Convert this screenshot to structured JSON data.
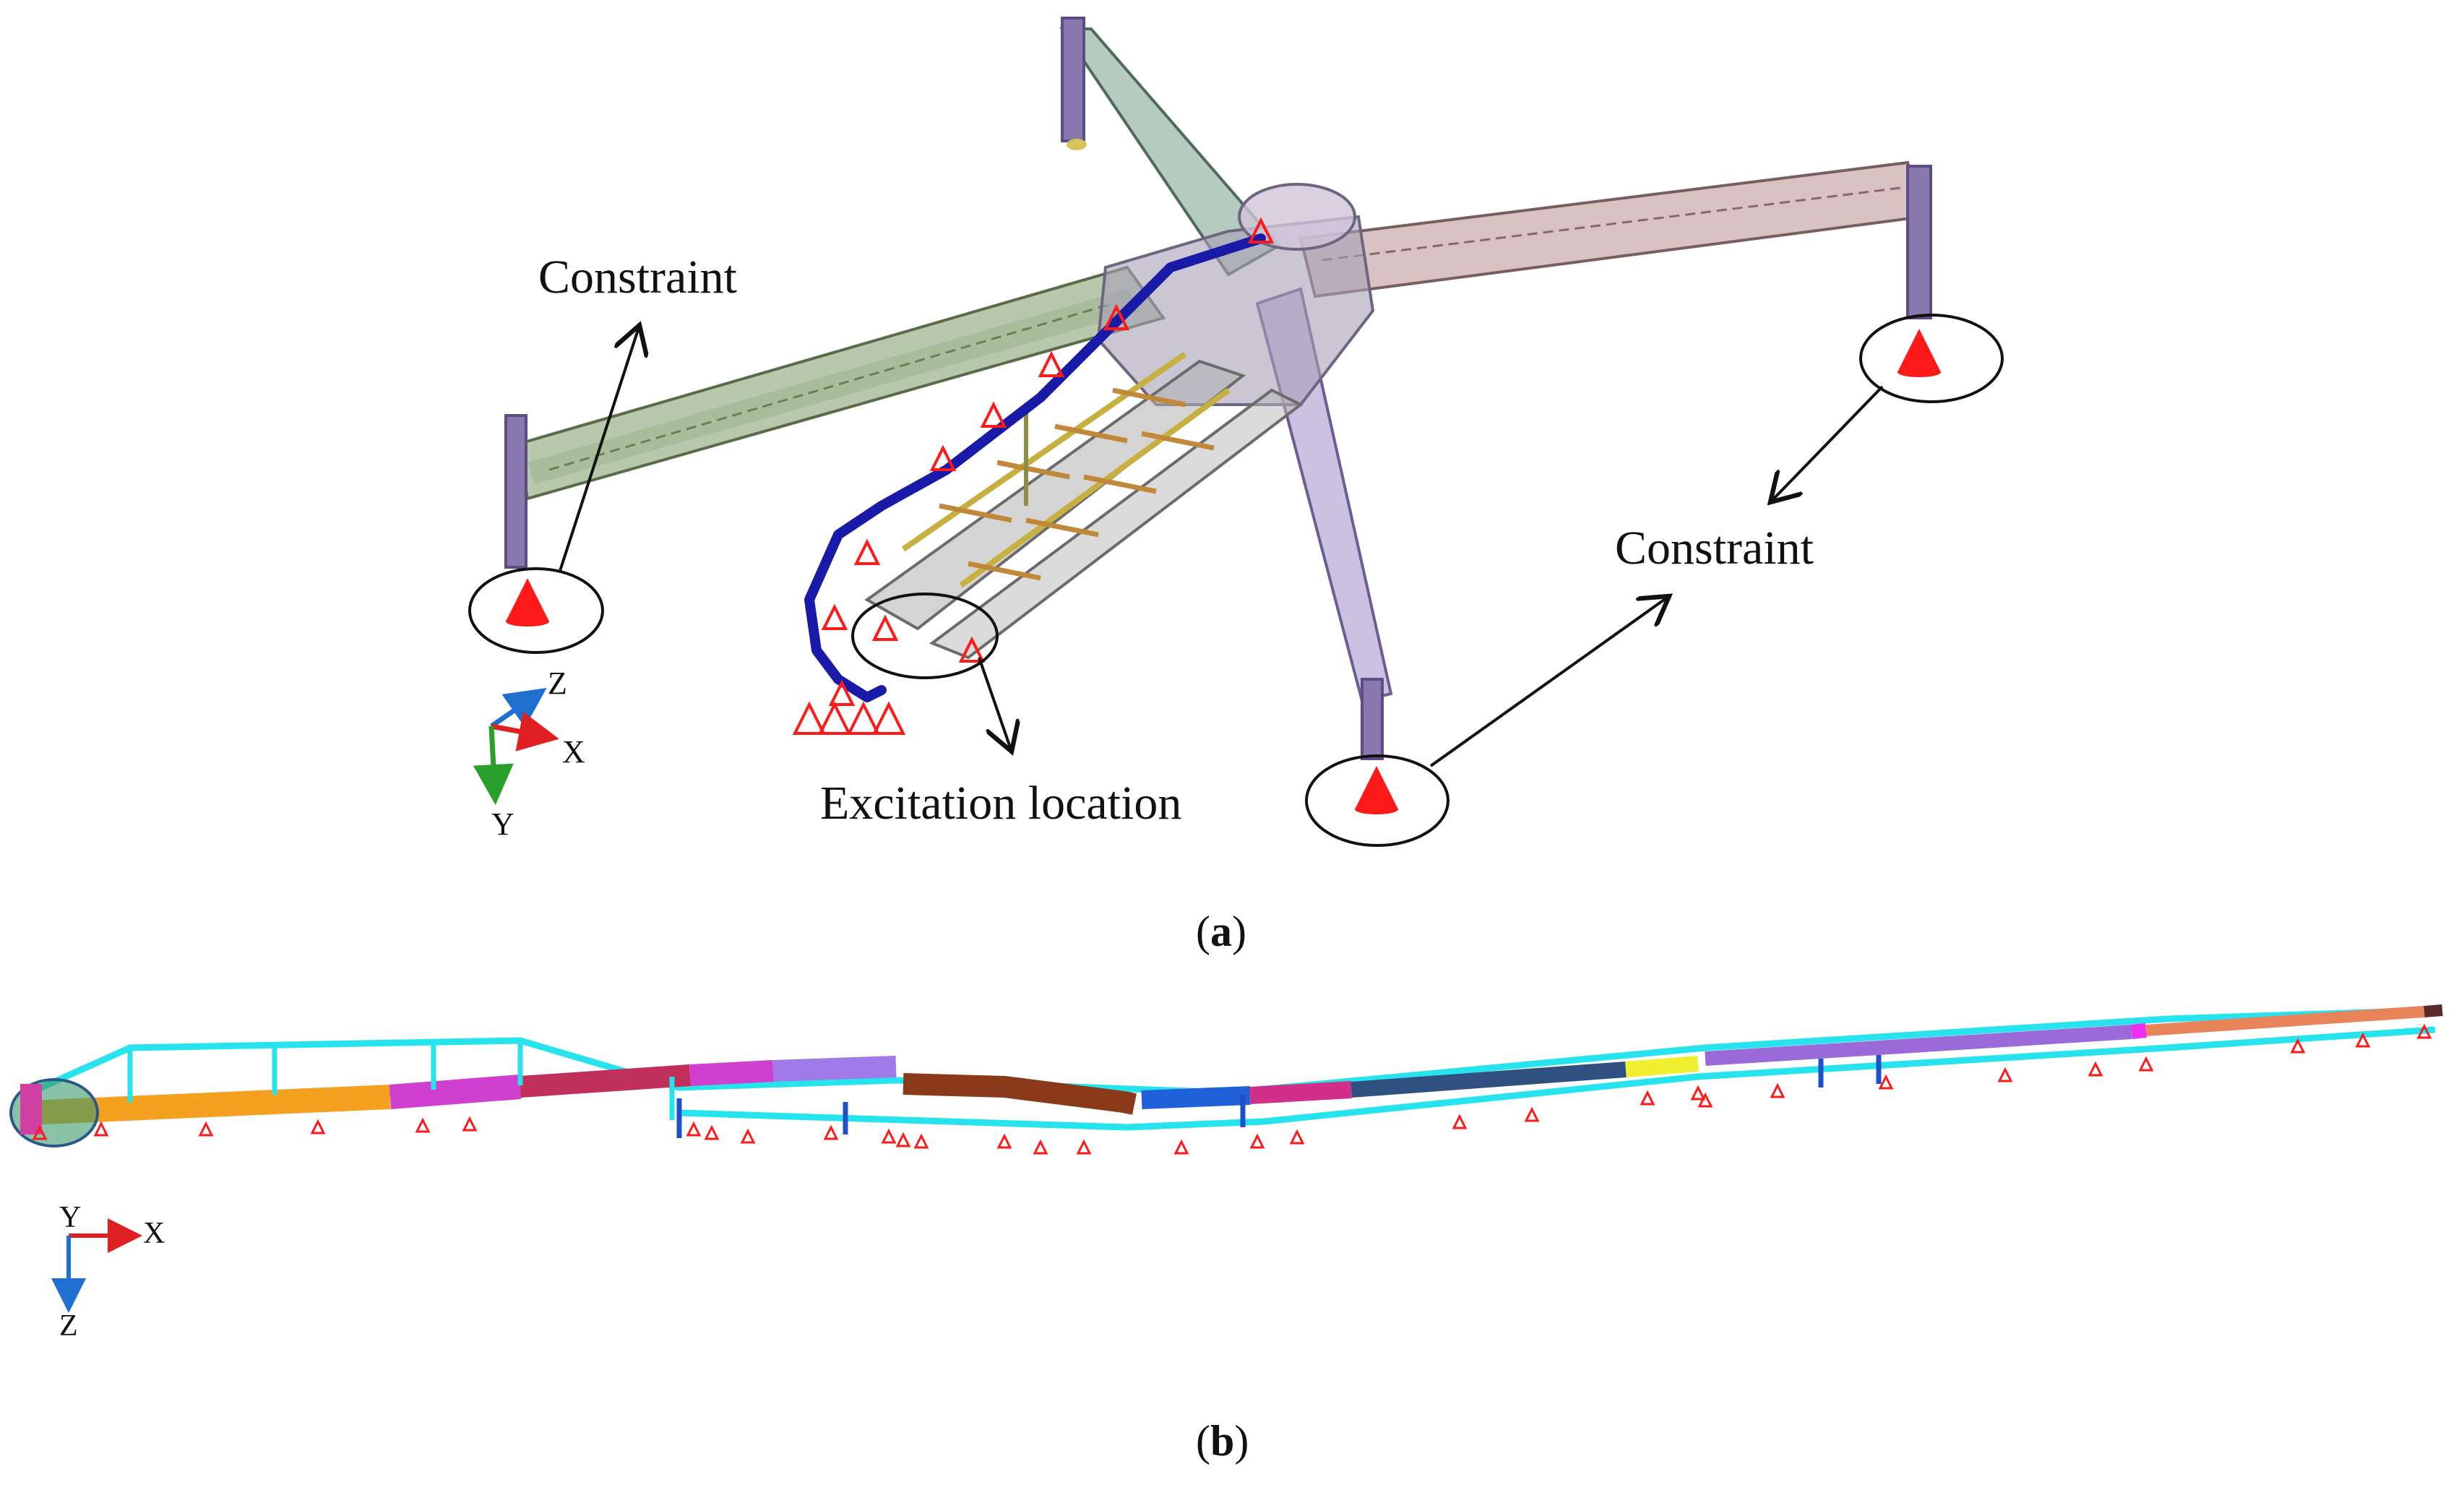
{
  "panel_a": {
    "labels": {
      "constraint_left": "Constraint",
      "constraint_right": "Constraint",
      "excitation": "Excitation location"
    },
    "axes": {
      "z": "Z",
      "x": "X",
      "y": "Y"
    },
    "caption_letter": "a"
  },
  "panel_b": {
    "axes": {
      "y": "Y",
      "x": "X",
      "z": "Z"
    },
    "caption_letter": "b"
  },
  "colors": {
    "constraint_red": "#ff1a1a",
    "pipe_blue": "#1a1aa8",
    "axis_x": "#e02020",
    "axis_y": "#2aa02a",
    "axis_z": "#1f6fd0",
    "beam_cyan": "#27e3ee"
  }
}
